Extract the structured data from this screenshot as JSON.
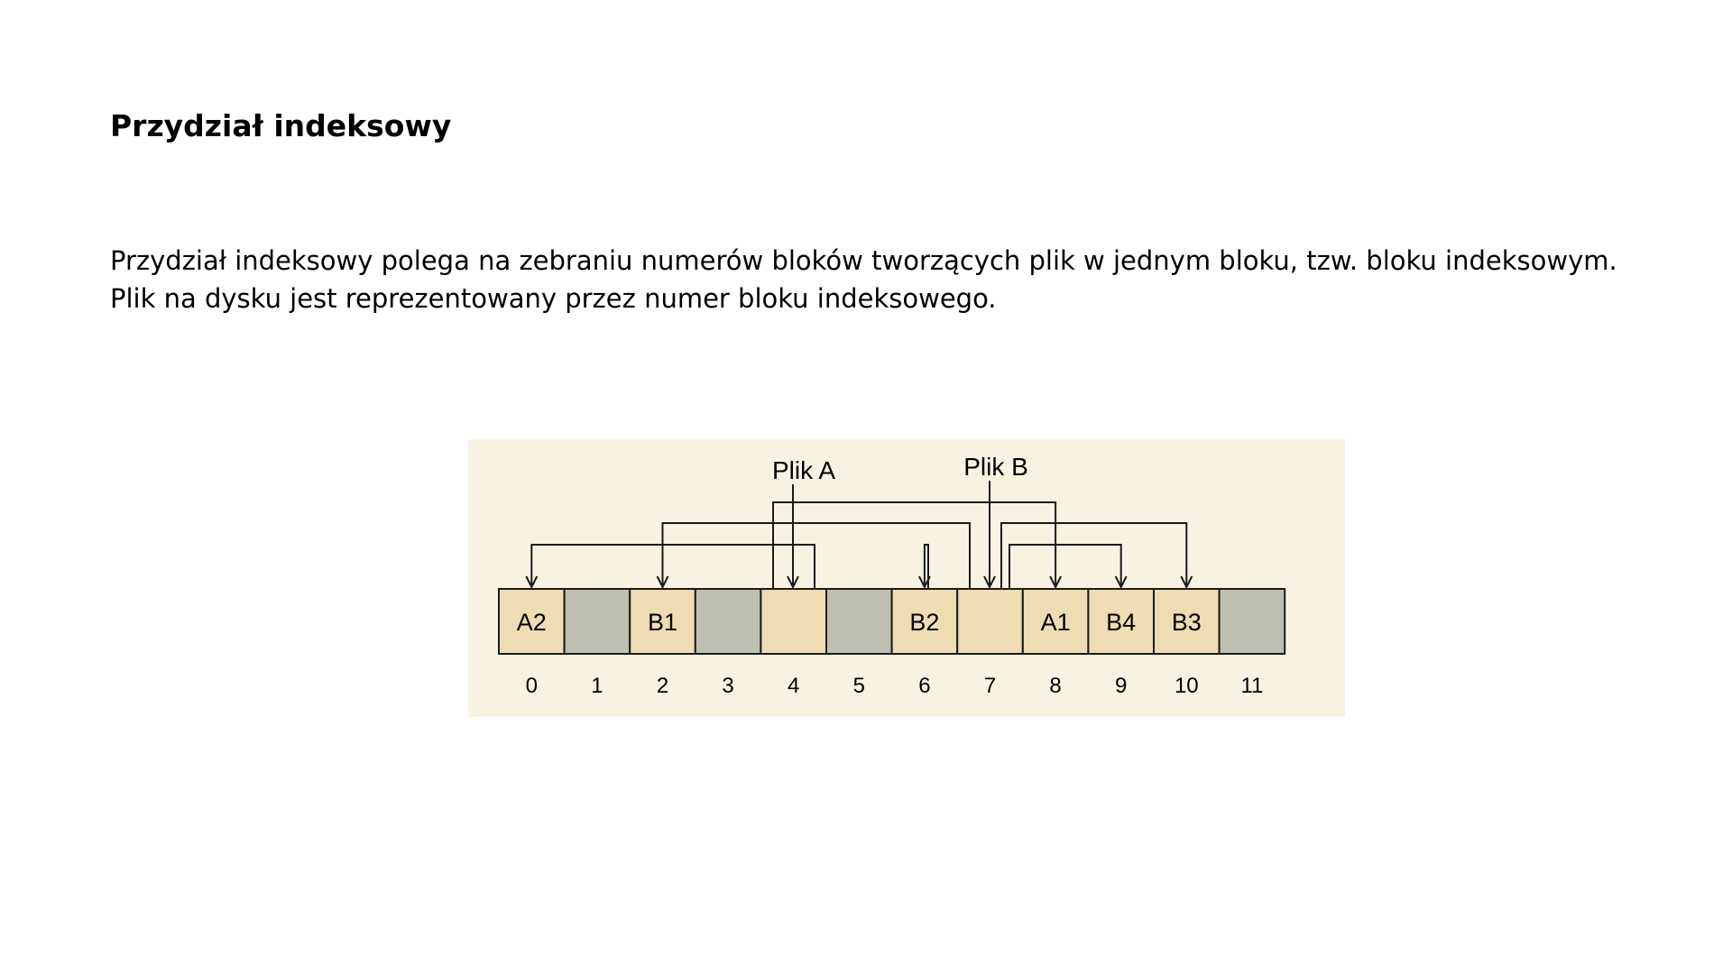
{
  "page": {
    "title": "Przydział indeksowy",
    "paragraph_lines": [
      "Przydział indeksowy polega na zebraniu numerów bloków tworzących plik w jednym bloku, tzw. bloku indeksowym.",
      "Plik na dysku jest reprezentowany przez numer bloku indeksowego."
    ]
  },
  "diagram": {
    "files": [
      {
        "label": "Plik A",
        "index_block": 4,
        "blocks": [
          8,
          0
        ]
      },
      {
        "label": "Plik B",
        "index_block": 7,
        "blocks": [
          2,
          6,
          10,
          9
        ]
      }
    ],
    "blocks": [
      {
        "index": "0",
        "label": "A2",
        "state": "used"
      },
      {
        "index": "1",
        "label": "",
        "state": "free"
      },
      {
        "index": "2",
        "label": "B1",
        "state": "used"
      },
      {
        "index": "3",
        "label": "",
        "state": "free"
      },
      {
        "index": "4",
        "label": "",
        "state": "used"
      },
      {
        "index": "5",
        "label": "",
        "state": "free"
      },
      {
        "index": "6",
        "label": "B2",
        "state": "used"
      },
      {
        "index": "7",
        "label": "",
        "state": "used"
      },
      {
        "index": "8",
        "label": "A1",
        "state": "used"
      },
      {
        "index": "9",
        "label": "B4",
        "state": "used"
      },
      {
        "index": "10",
        "label": "B3",
        "state": "used"
      },
      {
        "index": "11",
        "label": "",
        "state": "free"
      }
    ],
    "colors": {
      "background": "#f8f3e1",
      "used_block": "#f0dcb2",
      "free_block": "#bfbfb0",
      "line": "#1a1a1a"
    }
  }
}
